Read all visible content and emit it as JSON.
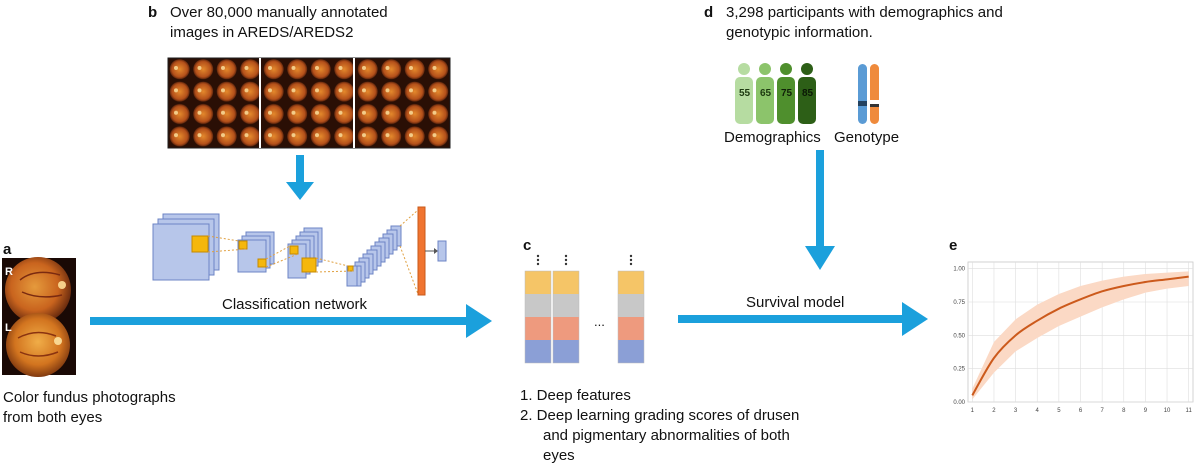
{
  "panel_a": {
    "letter": "a",
    "eye_right": "R",
    "eye_left": "L",
    "caption_line1": "Color fundus photographs",
    "caption_line2": "from both eyes"
  },
  "panel_b": {
    "letter": "b",
    "line1": "Over 80,000 manually annotated",
    "line2": "images in AREDS/AREDS2"
  },
  "network_label": "Classification network",
  "panel_c": {
    "letter": "c",
    "item1": "1.  Deep features",
    "item2_line1": "2.  Deep learning grading scores of drusen",
    "item2_line2": "and pigmentary abnormalities of both",
    "item2_line3": "eyes",
    "ellipsis": "..."
  },
  "panel_d": {
    "letter": "d",
    "line1": "3,298 participants with demographics and",
    "line2": "genotypic information.",
    "ages": [
      "55",
      "65",
      "75",
      "85"
    ],
    "demographics_label": "Demographics",
    "genotype_label": "Genotype"
  },
  "survival_label": "Survival model",
  "panel_e": {
    "letter": "e"
  },
  "colors": {
    "arrow": "#1ba0dc",
    "feature_yellow": "#f5c567",
    "feature_gray": "#c8c8c8",
    "feature_salmon": "#ee9a7e",
    "feature_blue": "#8b9fd6",
    "curve": "#cc5a1c",
    "band": "#fbd9c5"
  },
  "chart_data": {
    "type": "line",
    "x": [
      1,
      2,
      3,
      4,
      5,
      6,
      7,
      8,
      9,
      10,
      11
    ],
    "xticks": [
      "1",
      "2",
      "3",
      "4",
      "5",
      "6",
      "7",
      "8",
      "9",
      "10",
      "11"
    ],
    "yticks": [
      "0.00",
      "0.25",
      "0.50",
      "0.75",
      "1.00"
    ],
    "xlim": [
      0.8,
      11.2
    ],
    "ylim": [
      0,
      1.05
    ],
    "grid": true,
    "series": [
      {
        "values": [
          0.05,
          0.33,
          0.5,
          0.61,
          0.7,
          0.77,
          0.83,
          0.87,
          0.9,
          0.92,
          0.94
        ],
        "lower": [
          0.02,
          0.22,
          0.38,
          0.48,
          0.57,
          0.64,
          0.71,
          0.77,
          0.82,
          0.85,
          0.87
        ],
        "upper": [
          0.1,
          0.45,
          0.62,
          0.73,
          0.81,
          0.87,
          0.91,
          0.94,
          0.96,
          0.97,
          0.98
        ]
      }
    ]
  }
}
